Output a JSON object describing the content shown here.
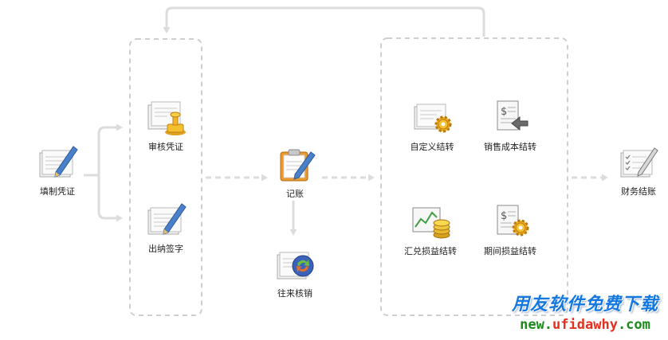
{
  "nodes": {
    "fill_voucher": {
      "label": "填制凭证"
    },
    "audit_voucher": {
      "label": "审核凭证"
    },
    "cashier_sign": {
      "label": "出纳签字"
    },
    "post_ledger": {
      "label": "记账"
    },
    "ar_ap_reconcile": {
      "label": "往来核销"
    },
    "custom_transfer": {
      "label": "自定义结转"
    },
    "sales_cost_transfer": {
      "label": "销售成本结转"
    },
    "fx_gain_loss_transfer": {
      "label": "汇兑损益结转"
    },
    "period_pl_transfer": {
      "label": "期间损益结转"
    },
    "financial_close": {
      "label": "财务结账"
    }
  },
  "watermark": {
    "title": "用友软件免费下载",
    "url_part1": "new.",
    "url_part2": "ufidawhy",
    "url_part3": ".com"
  },
  "colors": {
    "connector": "#dcdcdc",
    "group_border": "#cfcfcf",
    "watermark_blue": "#1478e0",
    "watermark_green": "#1a8a1a",
    "watermark_red": "#e33020"
  }
}
